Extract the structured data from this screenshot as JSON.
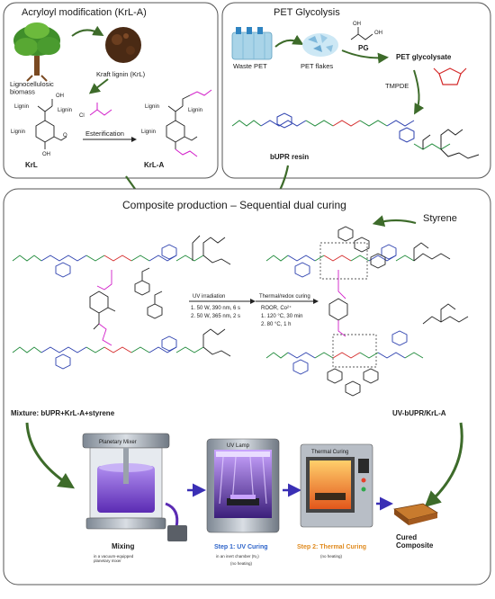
{
  "panels": {
    "acryloyl": {
      "title": "Acryloyl modification (KrL-A)",
      "biomass": "Lignocellulosic\nbiomass",
      "kraft": "Kraft lignin (KrL)",
      "lignin": "Lignin",
      "oh": "OH",
      "cl": "Cl",
      "reaction": "Esterification",
      "krl": "KrL",
      "krla": "KrL-A",
      "ome": "O"
    },
    "pet": {
      "title": "PET Glycolysis",
      "waste": "Waste PET",
      "flakes": "PET flakes",
      "pg": "PG",
      "glycolysate": "PET glycolysate",
      "tmpde": "TMPDE",
      "oh": "OH",
      "bupr": "bUPR resin"
    },
    "composite": {
      "title": "Composite production – Sequential dual curing",
      "styrene": "Styrene",
      "uv_label": "UV irradiation",
      "uv_1": "1. 50 W, 390 nm, 6 s",
      "uv_2": "2. 50 W, 365 nm, 2 s",
      "thermal_label": "Thermal/redox curing",
      "thermal_cat": "ROOR, Co²⁺",
      "thermal_1": "1. 120 °C, 30 min",
      "thermal_2": "2. 80 °C, 1 h",
      "mixture": "Mixture: bUPR+KrL-A+styrene",
      "product": "UV-bUPR/KrL-A"
    }
  },
  "process": {
    "mixer_label": "Planetary Mixer",
    "uv_lamp_label": "UV Lamp",
    "thermal_label": "Thermal Curing",
    "step_mixing": "Mixing",
    "step_mixing_sub": "in a vacuum-equipped\nplanetary mixer",
    "step1": "Step 1: UV Curing",
    "step1_sub": "in an inert chamber (N₂)",
    "step1_note": "(no heating)",
    "step2": "Step 2: Thermal Curing",
    "step2_sub": "(no heating)",
    "cured": "Cured\nComposite"
  },
  "colors": {
    "arrow_green": "#3d6b2a",
    "chain_green": "#1f8a3a",
    "chain_blue": "#2b3fae",
    "chain_red": "#d42a2a",
    "chain_magenta": "#d21ec9",
    "uv_purple": "#7b3fd6",
    "step_blue": "#2c63c9",
    "step_orange": "#e08a1e"
  },
  "icons": [
    "tree-icon",
    "kraft-lignin-powder-icon",
    "pet-bottles-icon",
    "pet-flakes-icon",
    "planetary-mixer-icon",
    "uv-chamber-icon",
    "thermal-oven-icon",
    "cured-composite-icon"
  ]
}
